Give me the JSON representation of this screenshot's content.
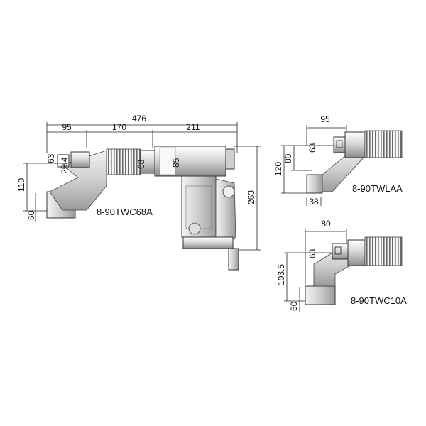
{
  "main_tool": {
    "model": "8-90TWC68A",
    "dims": {
      "overall_length": "476",
      "seg_head": "95",
      "seg_middle": "170",
      "seg_body": "211",
      "head_dia": "63",
      "square_drive": "25.4",
      "gear_dia": "68",
      "motor_dia": "85",
      "offset": "110",
      "socket_dia": "60",
      "height": "263"
    }
  },
  "variant_a": {
    "model": "8-90TWLAA",
    "dims": {
      "length": "95",
      "head_dia": "63",
      "height_outer": "120",
      "height_inner": "80",
      "socket_width": "38"
    }
  },
  "variant_b": {
    "model": "8-90TWC10A",
    "dims": {
      "length": "80",
      "head_dia": "63",
      "offset": "103.5",
      "socket_dia": "50"
    }
  },
  "colors": {
    "line": "#222222",
    "metal_light": "#e6e6e6",
    "metal_mid": "#c9c9c9",
    "metal_dark": "#8a8a8a"
  }
}
